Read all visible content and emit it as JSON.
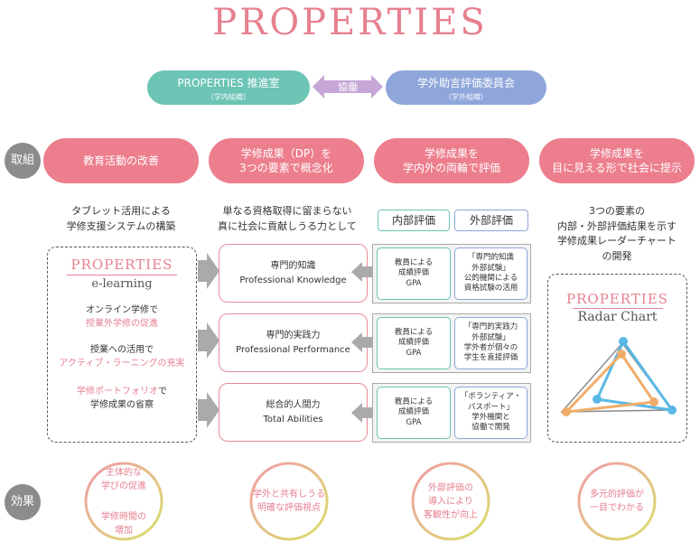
{
  "title": "PROPERTIES",
  "org": {
    "left_main": "PROPERTIES 推進室",
    "left_sub": "（学内組織）",
    "center": "協働",
    "right_main": "学外助言評価委員会",
    "right_sub": "（学外組織）"
  },
  "row_labels": {
    "torikumi": "取組",
    "kouka": "効果"
  },
  "pills": [
    "教育活動の改善",
    "学修成果（DP）を\n3つの要素で概念化",
    "学修成果を\n学内外の両輪で評価",
    "学修成果を\n目に見える形で社会に提示"
  ],
  "descs": {
    "col1": "タブレット活用による\n学修支援システムの構築",
    "col2": "単なる資格取得に留まらない\n真に社会に貢献しうる力として",
    "col4": "3つの要素の\n内部・外部評価結果を示す\n学修成果レーダーチャート\nの開発"
  },
  "elearning": {
    "logo": "PROPERTIES",
    "sub": "e-learning",
    "items": [
      {
        "line1": "オンライン学修で",
        "line2": "授業外学修の促進"
      },
      {
        "line1": "授業への活用で",
        "line2": "アクティブ・ラーニングの充実"
      },
      {
        "line1a": "学修ポートフォリオ",
        "line1b": "で",
        "line2": "学修成果の省察"
      }
    ]
  },
  "abilities": [
    {
      "ja": "専門的知識",
      "en": "Professional Knowledge"
    },
    {
      "ja": "専門的実践力",
      "en": "Professional Performance"
    },
    {
      "ja": "総合的人間力",
      "en": "Total Abilities"
    }
  ],
  "eval": {
    "internal_head": "内部評価",
    "external_head": "外部評価",
    "internal": [
      "教員による\n成績評価\nGPA",
      "教員による\n成績評価\nGPA",
      "教員による\n成績評価\nGPA"
    ],
    "external": [
      "「専門的知識\n外部試験」\n公的機関による\n資格試験の活用",
      "「専門的実践力\n外部試験」\n学外者が個々の\n学生を直接評価",
      "「ボランティア・\nパスポート」\n学外機関と\n協働で開発"
    ]
  },
  "radar": {
    "logo": "PROPERTIES",
    "sub": "Radar Chart"
  },
  "effects": [
    {
      "a": "主体的な\n学びの促進",
      "b": "学修時間の\n増加"
    },
    {
      "a": "学外と共有しうる\n明確な評価視点"
    },
    {
      "a": "外部評価の\n導入により\n客観性が向上"
    },
    {
      "a": "多元的評価が\n一目でわかる"
    }
  ],
  "colors": {
    "pink": "#ec7e8d",
    "teal": "#6cc4b5",
    "blue": "#8ea6da",
    "gray": "#8c8c8c",
    "purple": "#c6a6d6"
  }
}
